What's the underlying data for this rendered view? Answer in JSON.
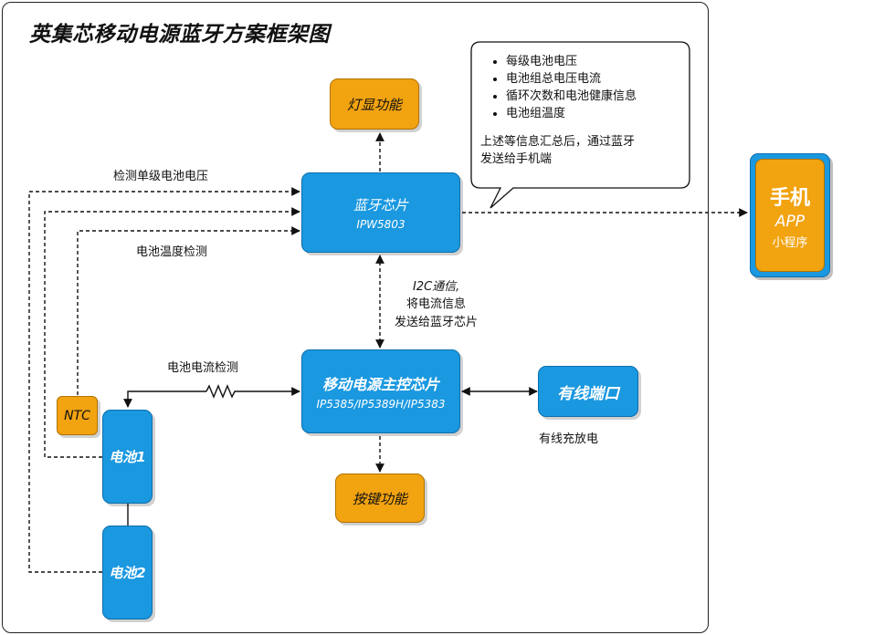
{
  "title": "英集芯移动电源蓝牙方案框架图",
  "blocks": {
    "light": {
      "label": "灯显功能"
    },
    "bt": {
      "label": "蓝牙芯片",
      "model": "IPW5803"
    },
    "main": {
      "label": "移动电源主控芯片",
      "model": "IP5385/IP5389H/IP5383"
    },
    "wired": {
      "label": "有线端口"
    },
    "keys": {
      "label": "按键功能"
    },
    "ntc": {
      "label": "NTC"
    },
    "cell1": {
      "label": "电池1"
    },
    "cell2": {
      "label": "电池2"
    },
    "phone": {
      "title": "手机",
      "app": "APP",
      "mini": "小程序"
    }
  },
  "labels": {
    "cell_voltage": "检测单级电池电压",
    "temp": "电池温度检测",
    "current": "电池电流检测",
    "i2c_line1": "I2C通信,",
    "i2c_line2": "将电流信息",
    "i2c_line3": "发送给蓝牙芯片",
    "wired_note": "有线充放电"
  },
  "callout": {
    "items": [
      "每级电池电压",
      "电池组总电压电流",
      "循环次数和电池健康信息",
      "电池组温度"
    ],
    "summary_line1": "上述等信息汇总后，通过蓝牙",
    "summary_line2": "发送给手机端"
  },
  "colors": {
    "chip_blue": "#1a98e0",
    "accent_orange": "#f2a310"
  }
}
